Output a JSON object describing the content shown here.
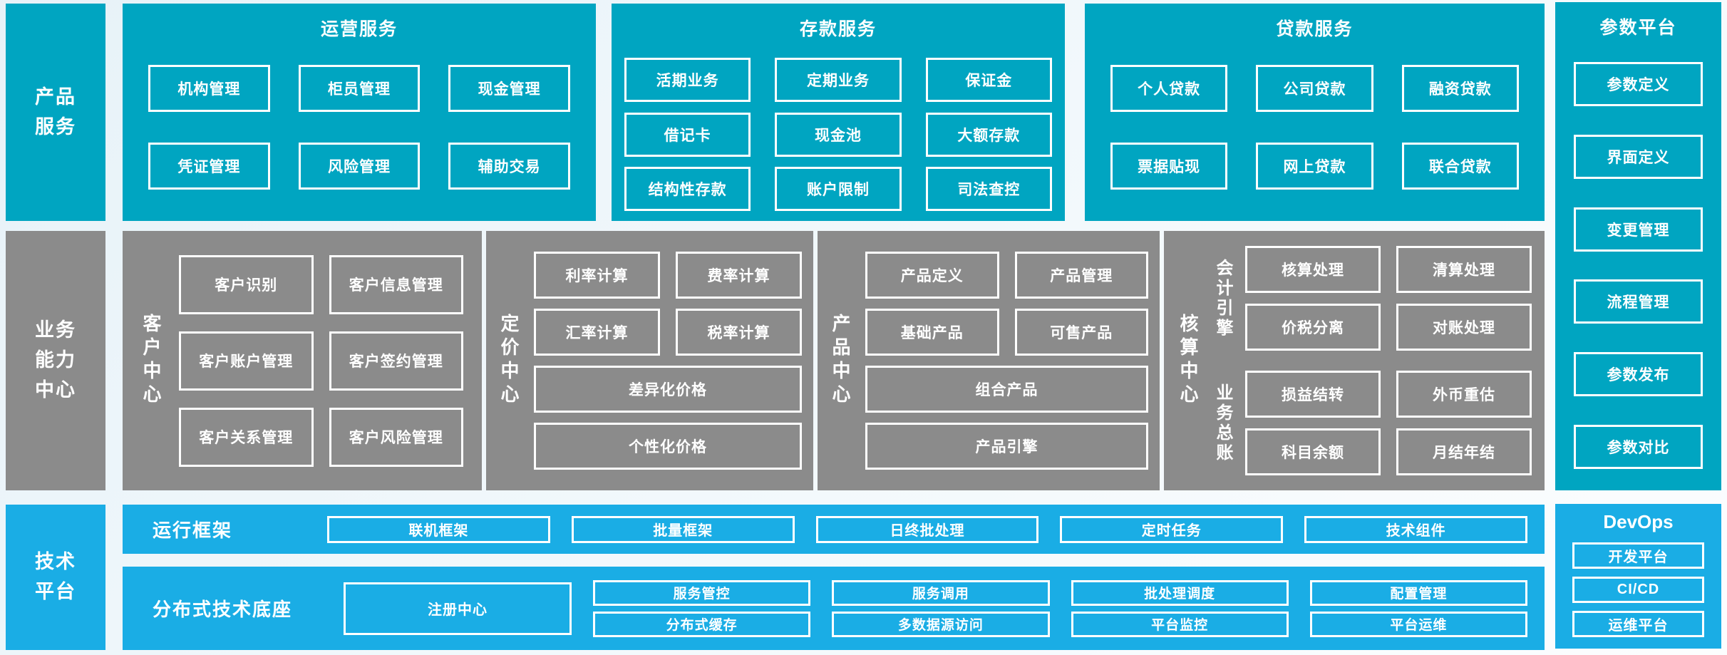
{
  "colors": {
    "teal": "#00a5c1",
    "gray": "#8b8b8b",
    "blue": "#1aade5",
    "box_border": "#ffffff",
    "background": "#e9f3f8"
  },
  "top_row": {
    "sidebar": {
      "label": "产品\n服务"
    },
    "panels": [
      {
        "title": "运营服务",
        "rows": [
          [
            "机构管理",
            "柜员管理",
            "现金管理"
          ],
          [
            "凭证管理",
            "风险管理",
            "辅助交易"
          ]
        ]
      },
      {
        "title": "存款服务",
        "rows": [
          [
            "活期业务",
            "定期业务",
            "保证金"
          ],
          [
            "借记卡",
            "现金池",
            "大额存款"
          ],
          [
            "结构性存款",
            "账户限制",
            "司法查控"
          ]
        ]
      },
      {
        "title": "贷款服务",
        "rows": [
          [
            "个人贷款",
            "公司贷款",
            "融资贷款"
          ],
          [
            "票据贴现",
            "网上贷款",
            "联合贷款"
          ]
        ]
      }
    ]
  },
  "middle_row": {
    "sidebar": {
      "label": "业务\n能力\n中心"
    },
    "customer_center": {
      "label": "客户中心",
      "rows": [
        [
          "客户识别",
          "客户信息管理"
        ],
        [
          "客户账户管理",
          "客户签约管理"
        ],
        [
          "客户关系管理",
          "客户风险管理"
        ]
      ]
    },
    "pricing_center": {
      "label": "定价中心",
      "rows": [
        [
          "利率计算",
          "费率计算"
        ],
        [
          "汇率计算",
          "税率计算"
        ]
      ],
      "wide": [
        "差异化价格",
        "个性化价格"
      ]
    },
    "product_center": {
      "label": "产品中心",
      "rows": [
        [
          "产品定义",
          "产品管理"
        ],
        [
          "基础产品",
          "可售产品"
        ]
      ],
      "wide": [
        "组合产品",
        "产品引擎"
      ]
    },
    "accounting_center": {
      "label": "核算中心",
      "groups": [
        {
          "label": "会计引擎",
          "rows": [
            [
              "核算处理",
              "清算处理"
            ],
            [
              "价税分离",
              "对账处理"
            ]
          ]
        },
        {
          "label": "业务总账",
          "rows": [
            [
              "损益结转",
              "外币重估"
            ],
            [
              "科目余额",
              "月结年结"
            ]
          ]
        }
      ]
    }
  },
  "tech": {
    "sidebar": {
      "label": "技术\n平台"
    },
    "runtime": {
      "label": "运行框架",
      "boxes": [
        "联机框架",
        "批量框架",
        "日终批处理",
        "定时任务",
        "技术组件"
      ]
    },
    "base": {
      "label": "分布式技术底座",
      "registry": "注册中心",
      "columns": [
        [
          "服务管控",
          "分布式缓存"
        ],
        [
          "服务调用",
          "多数据源访问"
        ],
        [
          "批处理调度",
          "平台监控"
        ],
        [
          "配置管理",
          "平台运维"
        ]
      ]
    }
  },
  "right_column": {
    "param": {
      "title": "参数平台",
      "boxes": [
        "参数定义",
        "界面定义",
        "变更管理",
        "流程管理",
        "参数发布",
        "参数对比"
      ]
    },
    "devops": {
      "title": "DevOps",
      "boxes": [
        "开发平台",
        "CI/CD",
        "运维平台"
      ]
    }
  }
}
